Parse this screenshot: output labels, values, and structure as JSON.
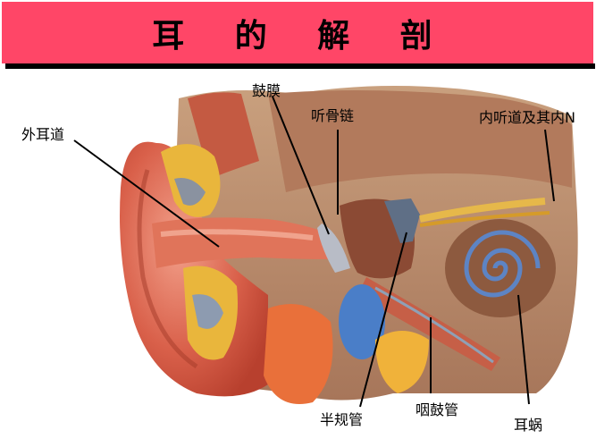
{
  "title": "耳 的 解 剖",
  "colors": {
    "banner": "#ff4667",
    "banner_shadow": "#000000"
  },
  "labels": {
    "external_canal": "外耳道",
    "eardrum": "鼓膜",
    "ossicles": "听骨链",
    "internal_canal": "内听道及其内N",
    "semicircular": "半规管",
    "eustachian": "咽鼓管",
    "cochlea": "耳蜗"
  }
}
